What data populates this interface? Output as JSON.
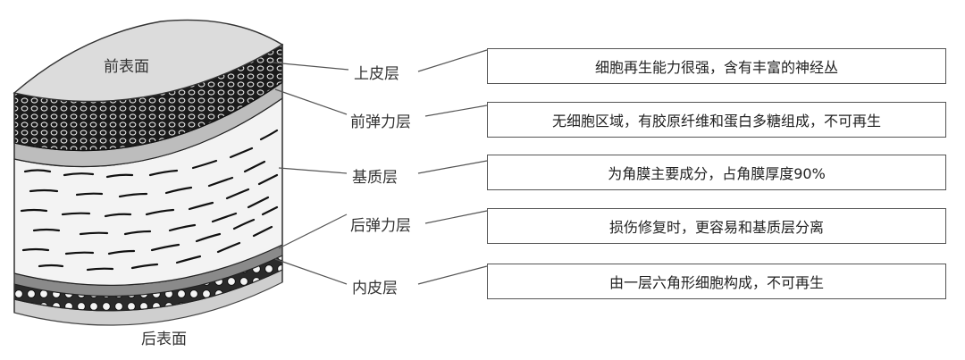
{
  "surfaces": {
    "front": "前表面",
    "back": "后表面"
  },
  "layers": [
    {
      "label": "上皮层",
      "description": "细胞再生能力很强，含有丰富的神经丛"
    },
    {
      "label": "前弹力层",
      "description": "无细胞区域，有胶原纤维和蛋白多糖组成，不可再生"
    },
    {
      "label": "基质层",
      "description": "为角膜主要成分，占角膜厚度90%"
    },
    {
      "label": "后弹力层",
      "description": "损伤修复时，更容易和基质层分离"
    },
    {
      "label": "内皮层",
      "description": "由一层六角形细胞构成，不可再生"
    }
  ]
}
